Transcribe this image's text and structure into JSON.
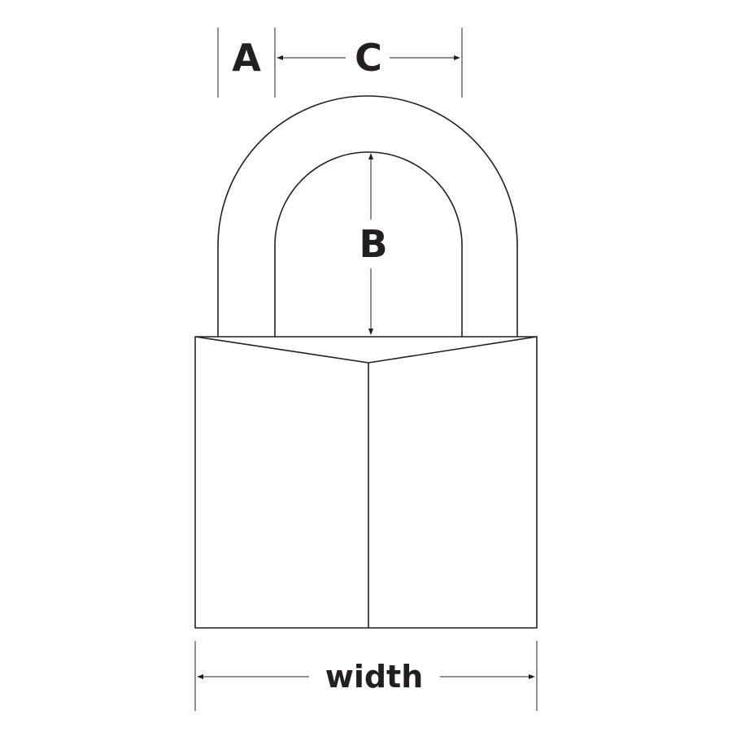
{
  "labels": {
    "shackle_thickness": "A",
    "shackle_clearance": "B",
    "shackle_inner_width": "C",
    "body_width": "width"
  },
  "colors": {
    "line": "#231f20",
    "background": "#ffffff"
  }
}
